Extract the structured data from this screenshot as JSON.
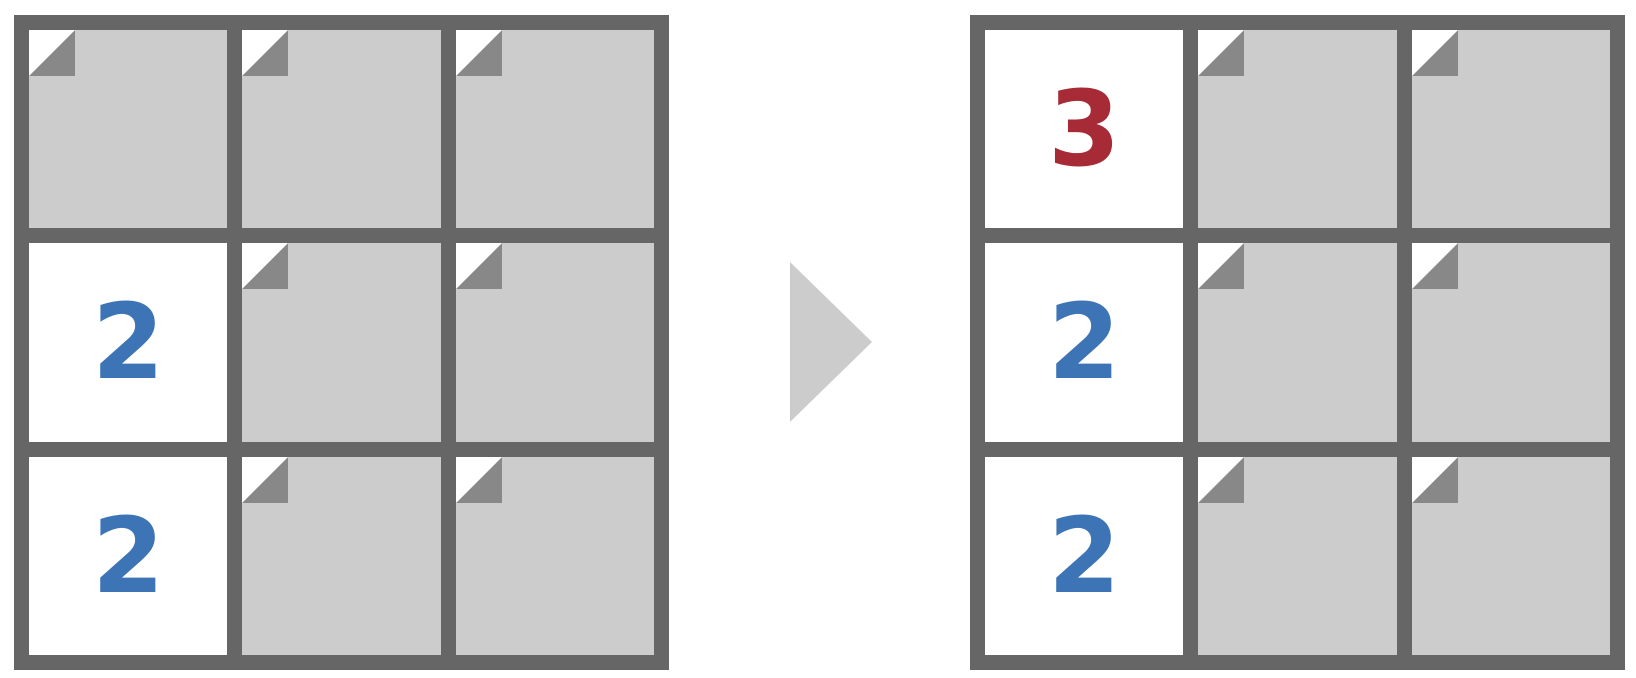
{
  "colors": {
    "grid_line": "#666666",
    "hidden_cell": "#cccccc",
    "revealed_cell": "#ffffff",
    "corner_fold": "#888888",
    "arrow": "#cccccc",
    "number_colors": {
      "2": "#3d74b5",
      "3": "#a62b37"
    }
  },
  "boards": [
    {
      "id": "before",
      "cells": [
        [
          {
            "state": "hidden",
            "number": ""
          },
          {
            "state": "hidden",
            "number": ""
          },
          {
            "state": "hidden",
            "number": ""
          }
        ],
        [
          {
            "state": "revealed",
            "number": "2"
          },
          {
            "state": "hidden",
            "number": ""
          },
          {
            "state": "hidden",
            "number": ""
          }
        ],
        [
          {
            "state": "revealed",
            "number": "2"
          },
          {
            "state": "hidden",
            "number": ""
          },
          {
            "state": "hidden",
            "number": ""
          }
        ]
      ]
    },
    {
      "id": "after",
      "cells": [
        [
          {
            "state": "revealed",
            "number": "3"
          },
          {
            "state": "hidden",
            "number": ""
          },
          {
            "state": "hidden",
            "number": ""
          }
        ],
        [
          {
            "state": "revealed",
            "number": "2"
          },
          {
            "state": "hidden",
            "number": ""
          },
          {
            "state": "hidden",
            "number": ""
          }
        ],
        [
          {
            "state": "revealed",
            "number": "2"
          },
          {
            "state": "hidden",
            "number": ""
          },
          {
            "state": "hidden",
            "number": ""
          }
        ]
      ]
    }
  ],
  "transition_icon": "right-arrow-icon"
}
